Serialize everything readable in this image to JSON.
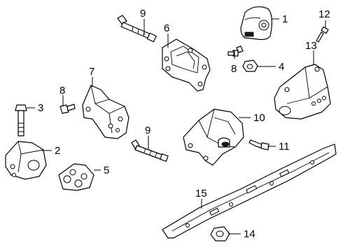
{
  "diagram": {
    "colors": {
      "line": "#000000",
      "background": "#ffffff"
    },
    "callouts": [
      {
        "id": "c1",
        "label": "1"
      },
      {
        "id": "c2",
        "label": "2"
      },
      {
        "id": "c3",
        "label": "3"
      },
      {
        "id": "c4",
        "label": "4"
      },
      {
        "id": "c5",
        "label": "5"
      },
      {
        "id": "c6",
        "label": "6"
      },
      {
        "id": "c7",
        "label": "7"
      },
      {
        "id": "c8a",
        "label": "8"
      },
      {
        "id": "c8b",
        "label": "8"
      },
      {
        "id": "c9a",
        "label": "9"
      },
      {
        "id": "c9b",
        "label": "9"
      },
      {
        "id": "c10",
        "label": "10"
      },
      {
        "id": "c11",
        "label": "11"
      },
      {
        "id": "c12",
        "label": "12"
      },
      {
        "id": "c13",
        "label": "13"
      },
      {
        "id": "c14",
        "label": "14"
      },
      {
        "id": "c15",
        "label": "15"
      }
    ]
  }
}
